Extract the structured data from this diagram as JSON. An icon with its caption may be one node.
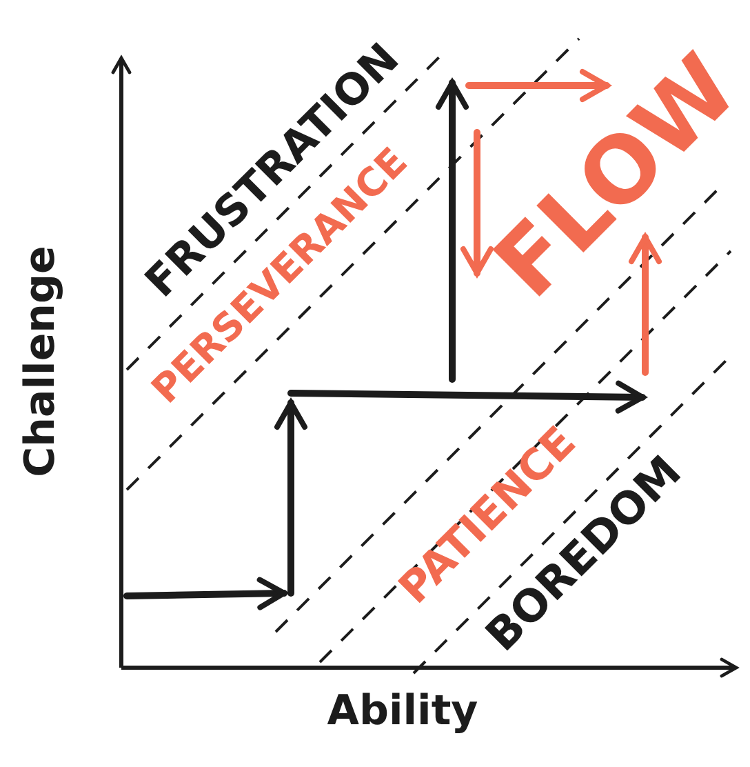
{
  "diagram": {
    "labels": [
      "FRUSTRATION",
      "PERSEVERANCE",
      "FLOW",
      "PATIENCE",
      "BOREDOM",
      "Challenge",
      "Ability"
    ]
  }
}
